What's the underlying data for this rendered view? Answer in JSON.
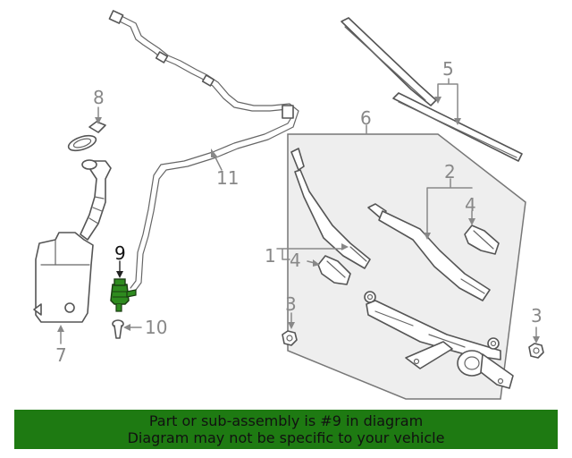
{
  "diagram": {
    "callouts": {
      "c1": "1",
      "c2": "2",
      "c3a": "3",
      "c3b": "3",
      "c4a": "4",
      "c4b": "4",
      "c5": "5",
      "c6": "6",
      "c7": "7",
      "c8": "8",
      "c9": "9",
      "c10": "10",
      "c11": "11"
    },
    "highlight_part": "9",
    "highlight_color": "#2e8b1f"
  },
  "banner": {
    "line1": "Part or sub-assembly is #9 in diagram",
    "line2": "Diagram may not be specific to your vehicle",
    "background": "#1e7a12"
  }
}
